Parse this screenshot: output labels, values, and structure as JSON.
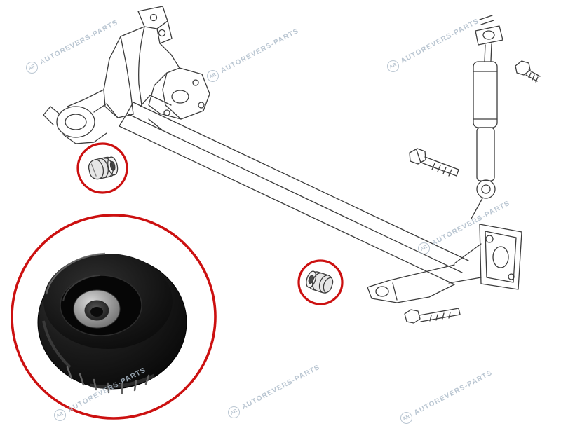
{
  "colors": {
    "accent-red": "#cc1010",
    "watermark": "#adbcca",
    "line-art": "#3c3c3c",
    "background": "#ffffff"
  },
  "watermark": {
    "logo": "AR",
    "text": "AUTOREVERS-PARTS"
  },
  "diagram": {
    "subject": "rear-torsion-beam-axle-assembly",
    "parts": [
      "front-trailing-arm-bracket",
      "axle-beam",
      "shock-absorber",
      "short-mounting-bolt",
      "long-mounting-bolt",
      "rear-mount-bracket",
      "lower-mounting-bolt",
      "front-beam-bushing",
      "rear-beam-bushing",
      "bushing-photo-enlarged"
    ],
    "callouts": [
      {
        "id": "front-bushing-callout"
      },
      {
        "id": "rear-bushing-callout"
      },
      {
        "id": "bushing-photo-callout"
      }
    ]
  }
}
